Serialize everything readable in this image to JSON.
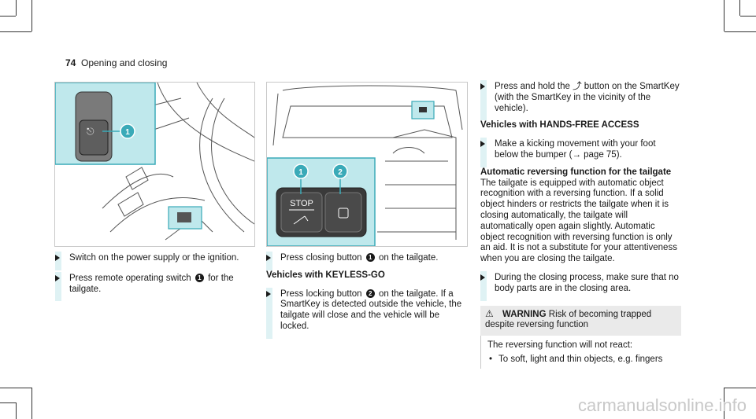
{
  "header": {
    "page_number": "74",
    "section_title": "Opening and closing"
  },
  "colors": {
    "accent_teal": "#bfe8ec",
    "teal_stroke": "#3aaab8",
    "bar": "#dff2f4"
  },
  "figure1": {
    "callout": "1"
  },
  "figure2": {
    "callout1": "1",
    "callout2": "2",
    "stop_label": "STOP"
  },
  "col1": {
    "step1": "Switch on the power supply or the ignition.",
    "step2_pre": "Press remote operating switch",
    "step2_badge": "1",
    "step2_post": "for the tailgate."
  },
  "col2": {
    "step1_pre": "Press closing button",
    "step1_badge": "1",
    "step1_post": "on the tailgate.",
    "heading": "Vehicles with KEYLESS-GO",
    "step2_pre": "Press locking button",
    "step2_badge": "2",
    "step2_post": "on the tailgate. If a SmartKey is detected outside the vehicle, the tailgate will close and the vehicle will be locked."
  },
  "col3": {
    "step1": "Press and hold the ⤴ button on the SmartKey (with the SmartKey in the vicinity of the vehicle).",
    "heading1": "Vehicles with HANDS-FREE ACCESS",
    "step2": "Make a kicking movement with your foot below the bumper (→ page 75).",
    "heading2": "Automatic reversing function for the tailgate",
    "para": "The tailgate is equipped with automatic object recognition with a reversing function. If a solid object hinders or restricts the tailgate when it is closing automatically, the tailgate will automatically open again slightly. Automatic object recognition with reversing function is only an aid. It is not a substitute for your attentiveness when you are closing the tailgate.",
    "step3": "During the closing process, make sure that no body parts are in the closing area.",
    "warning_label": "WARNING",
    "warning_title": "Risk of becoming trapped despite reversing function",
    "warning_text": "The reversing function will not react:",
    "warning_bullet": "To soft, light and thin objects, e.g. fingers"
  },
  "watermark": "carmanualsonline.info"
}
